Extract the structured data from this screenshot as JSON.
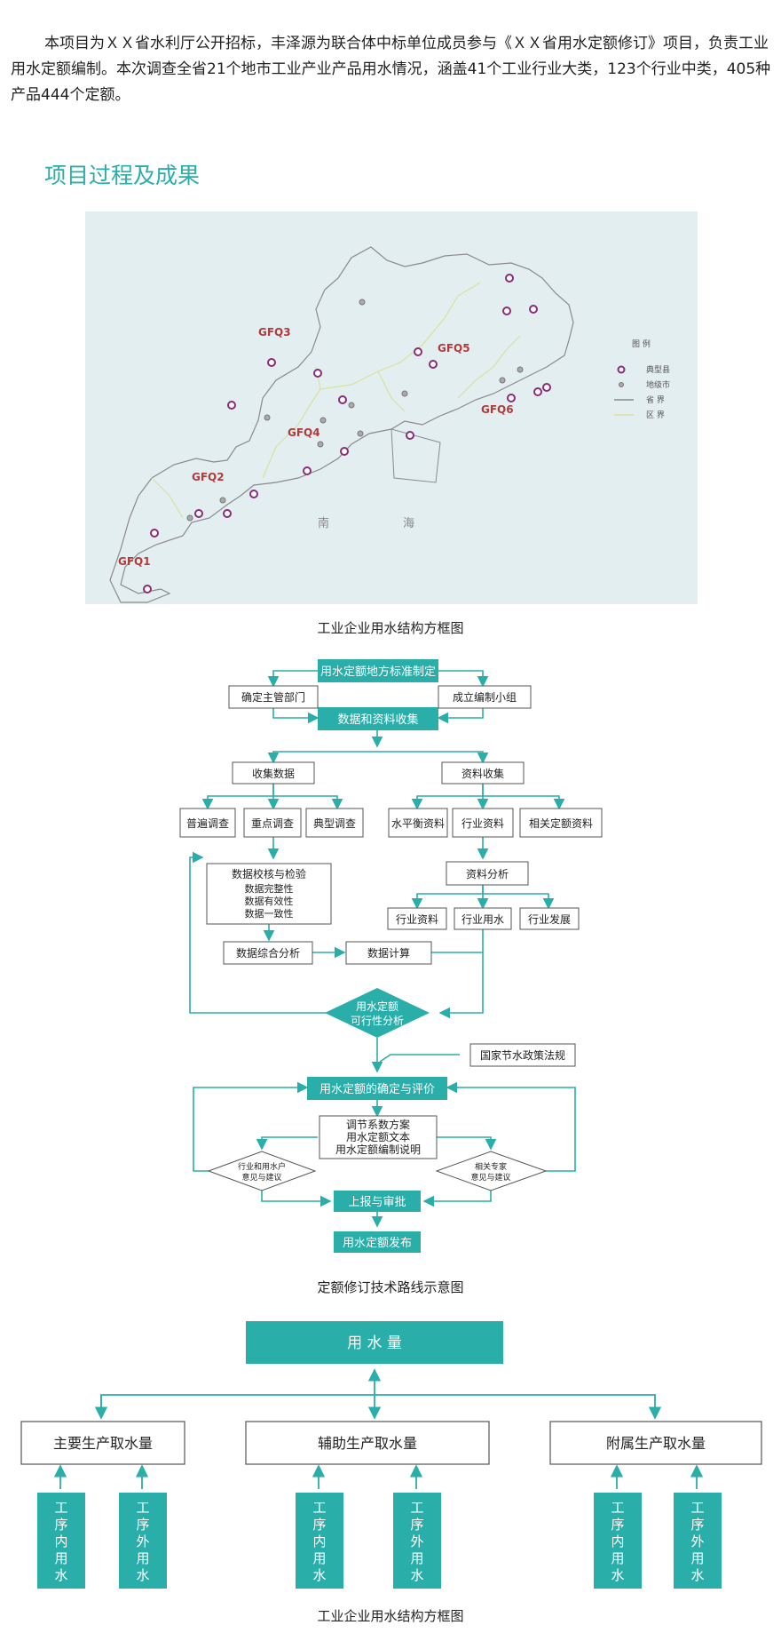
{
  "intro": {
    "paragraph": "本项目为ＸＸ省水利厅公开招标，丰泽源为联合体中标单位成员参与《ＸＸ省用水定额修订》项目，负责工业用水定额编制。本次调查全省21个地市工业产业产品用水情况，涵盖41个工业行业大类，123个行业中类，405种产品444个定额。"
  },
  "section_title": "项目过程及成果",
  "map": {
    "regions": [
      "GFQ1",
      "GFQ2",
      "GFQ3",
      "GFQ4",
      "GFQ5",
      "GFQ6"
    ],
    "sea_label": [
      "南",
      "海"
    ],
    "legend": {
      "title": "图  例",
      "items": [
        "典型县",
        "地级市",
        "省  界",
        "区  界"
      ]
    },
    "colors": {
      "bg": "#e3eef0",
      "region": "#b23a3a",
      "dot": "#8a2a7a",
      "province": "#888888",
      "zone": "#d9e29a"
    }
  },
  "caption1": "工业企业用水结构方框图",
  "flow": {
    "top": "用水定额地方标准制定",
    "left_dept": "确定主管部门",
    "right_group": "成立编制小组",
    "collect": "数据和资料收集",
    "collect_data": "收集数据",
    "collect_info": "资料收集",
    "surveys": [
      "普遍调查",
      "重点调查",
      "典型调查"
    ],
    "info_items": [
      "水平衡资料",
      "行业资料",
      "相关定额资料"
    ],
    "verify": [
      "数据校核与检验",
      "数据完整性",
      "数据有效性",
      "数据一致性"
    ],
    "info_analysis": "资料分析",
    "analysis_items": [
      "行业资料",
      "行业用水",
      "行业发展"
    ],
    "synthesis": "数据综合分析",
    "calc": "数据计算",
    "feasibility": [
      "用水定额",
      "可行性分析"
    ],
    "policy": "国家节水政策法规",
    "confirm": "用水定额的确定与评价",
    "docs": [
      "调节系数方案",
      "用水定额文本",
      "用水定额编制说明"
    ],
    "left_opinion": [
      "行业和用水户",
      "意见与建议"
    ],
    "right_opinion": [
      "相关专家",
      "意见与建议"
    ],
    "report": "上报与审批",
    "publish": "用水定额发布",
    "color": "#2aaeaa"
  },
  "caption2": "定额修订技术路线示意图",
  "water": {
    "top": "用 水 量",
    "groups": [
      "主要生产取水量",
      "辅助生产取水量",
      "附属生产取水量"
    ],
    "inner": "工序内用水",
    "outer": "工序外用水"
  },
  "caption3": "工业企业用水结构方框图"
}
